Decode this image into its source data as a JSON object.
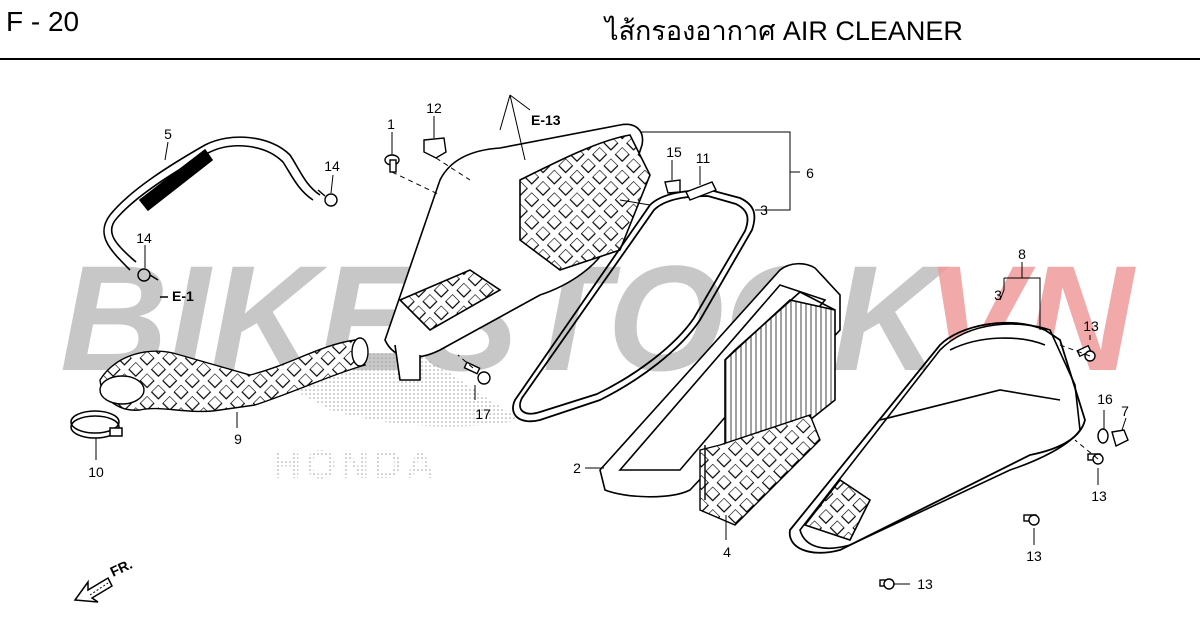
{
  "header": {
    "page_code": "F - 20",
    "title": "ไส้กรองอากาศ  AIR CLEANER"
  },
  "watermark": {
    "text_dark": "BIKESTOCK",
    "text_red": "VN",
    "brand_text": "HONDA",
    "colors": {
      "dark": "#bdbdbd",
      "red": "#ef9a9a",
      "brand": "#cfcfcf"
    }
  },
  "refs": {
    "e13": "E-13",
    "e1": "E-1",
    "fr": "FR."
  },
  "callouts": {
    "c1": "1",
    "c2": "2",
    "c3a": "3",
    "c3b": "3",
    "c4": "4",
    "c5": "5",
    "c6": "6",
    "c7": "7",
    "c8": "8",
    "c9": "9",
    "c10": "10",
    "c11": "11",
    "c12": "12",
    "c13a": "13",
    "c13b": "13",
    "c13c": "13",
    "c13d": "13",
    "c14a": "14",
    "c14b": "14",
    "c15": "15",
    "c16": "16",
    "c17": "17"
  }
}
